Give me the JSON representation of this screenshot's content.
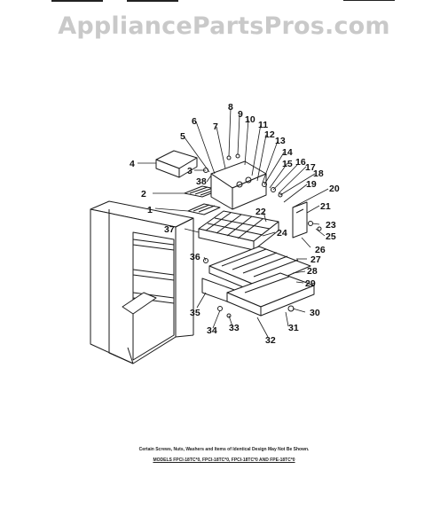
{
  "watermark": "AppliancePartsPros.com",
  "callouts": [
    "1",
    "2",
    "3",
    "4",
    "5",
    "6",
    "7",
    "8",
    "9",
    "10",
    "11",
    "12",
    "13",
    "14",
    "15",
    "16",
    "17",
    "18",
    "19",
    "20",
    "21",
    "22",
    "23",
    "24",
    "25",
    "26",
    "27",
    "28",
    "29",
    "30",
    "31",
    "32",
    "33",
    "34",
    "35",
    "36",
    "37",
    "38"
  ],
  "footnote": "Certain Screws, Nuts, Washers and Items of Identical Design May Not Be Shown.",
  "models_line": "MODELS FPCI-18TC*0, FPCI-18TC*0, FPCI-18TC*0 AND FPE-18TC*0",
  "colors": {
    "line": "#1a1a1a",
    "watermark": "#c9c9c9"
  }
}
